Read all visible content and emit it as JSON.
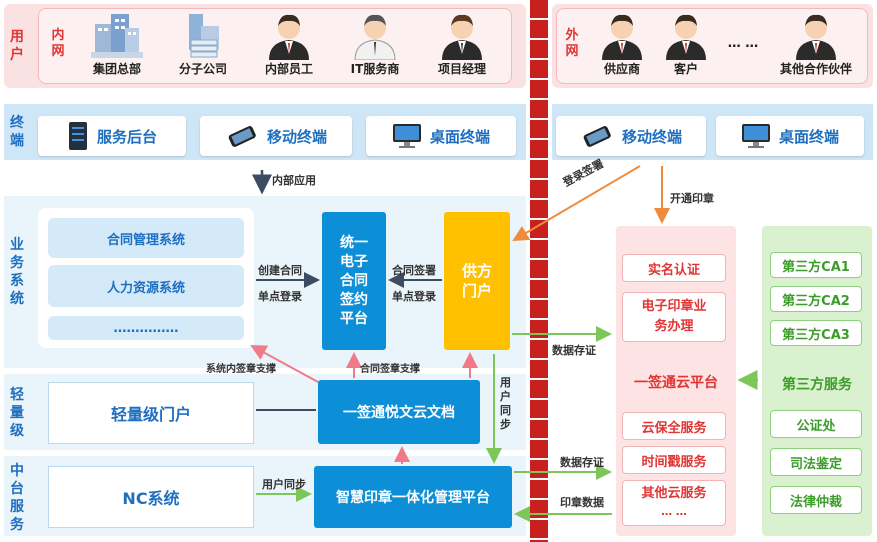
{
  "user_band": {
    "label": "用户",
    "intranet": {
      "label": "内网",
      "actors": [
        {
          "icon": "building-icon",
          "label": "集团总部"
        },
        {
          "icon": "server-building-icon",
          "label": "分子公司"
        },
        {
          "icon": "person-icon",
          "label": "内部员工"
        },
        {
          "icon": "person-icon",
          "label": "IT服务商"
        },
        {
          "icon": "person-icon",
          "label": "项目经理"
        }
      ]
    },
    "extranet": {
      "label": "外网",
      "actors": [
        {
          "icon": "person-icon",
          "label": "供应商"
        },
        {
          "icon": "person-icon",
          "label": "客户"
        },
        {
          "icon": "ellipsis-icon",
          "label": "…  …"
        },
        {
          "icon": "person-icon",
          "label": "其他合作伙伴"
        }
      ]
    }
  },
  "terminal_band": {
    "label": "终端",
    "internal": [
      {
        "icon": "server-icon",
        "label": "服务后台"
      },
      {
        "icon": "phone-icon",
        "label": "移动终端"
      },
      {
        "icon": "monitor-icon",
        "label": "桌面终端"
      }
    ],
    "external": [
      {
        "icon": "phone-icon",
        "label": "移动终端"
      },
      {
        "icon": "monitor-icon",
        "label": "桌面终端"
      }
    ]
  },
  "business": {
    "label": "业务系统",
    "systems": [
      "合同管理系统",
      "人力资源系统",
      "……………"
    ],
    "platform": "统一电子合同签约平台",
    "supplier_portal": "供方门户"
  },
  "light": {
    "label": "轻量级",
    "portal": "轻量级门户",
    "docs": "一签通悦文云文档"
  },
  "middle": {
    "label": "中台服务",
    "nc": "NC系统",
    "seal_platform": "智慧印章一体化管理平台"
  },
  "cloud": {
    "items_top": [
      "实名认证",
      "电子印章业务办理"
    ],
    "title": "一签通云平台",
    "items_bottom": [
      "云保全服务",
      "时间戳服务",
      "其他云服务"
    ],
    "ellipsis": "… …"
  },
  "third_party": {
    "ca": [
      "第三方CA1",
      "第三方CA2",
      "第三方CA3"
    ],
    "title": "第三方服务",
    "items": [
      "公证处",
      "司法鉴定",
      "法律仲裁"
    ]
  },
  "edges": {
    "internal_app": "内部应用",
    "login_sign": "登录签署",
    "open_seal": "开通印章",
    "create_contract": "创建合同",
    "sso1": "单点登录",
    "contract_sign": "合同签署",
    "sso2": "单点登录",
    "data_store1": "数据存证",
    "system_seal_support": "系统内签章支撑",
    "contract_seal_support": "合同签章支撑",
    "user_sync_v": "用户同步",
    "data_store2": "数据存证",
    "user_sync_h": "用户同步",
    "seal_data": "印章数据"
  },
  "colors": {
    "blue": "#0d8fd8",
    "orange": "#ffc000",
    "red": "#e03535",
    "green": "#3c9c2a",
    "arrow_orange": "#f08a3c",
    "arrow_green": "#7dc65a"
  }
}
